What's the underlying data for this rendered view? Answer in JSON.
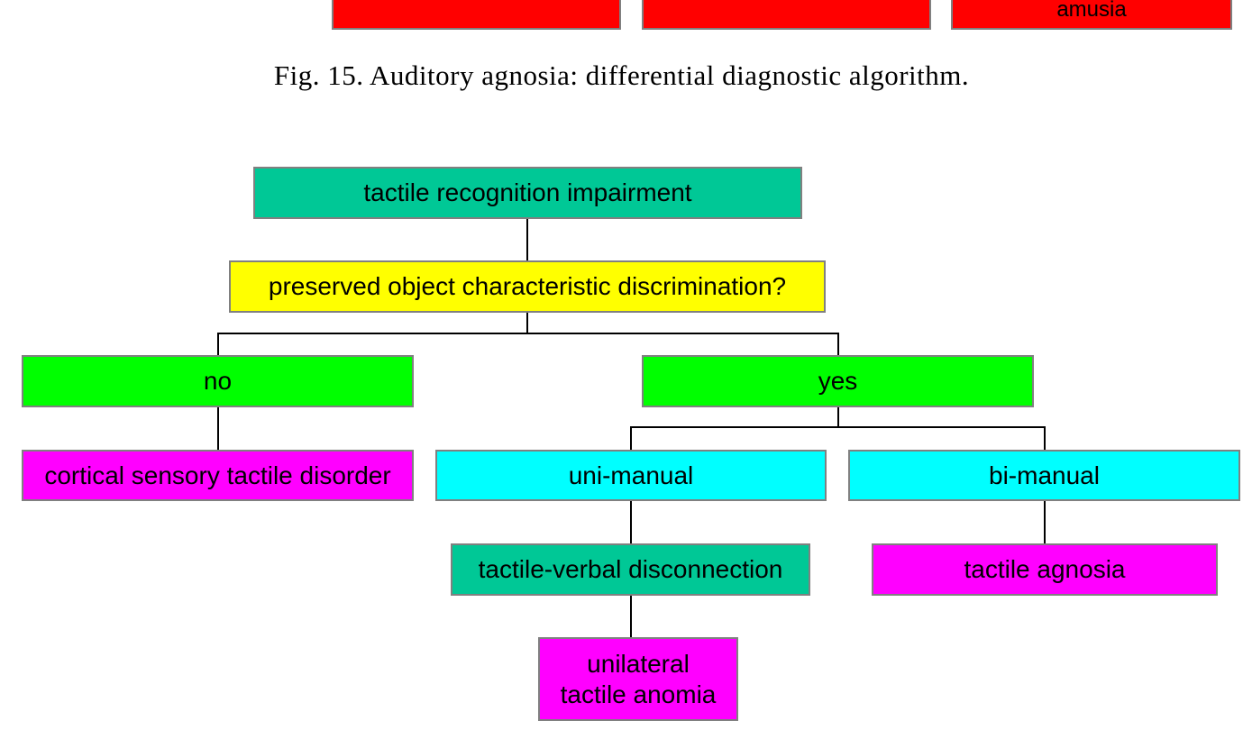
{
  "top_row": {
    "boxes": [
      "",
      "",
      "amusia"
    ]
  },
  "caption": "Fig. 15.  Auditory agnosia: differential diagnostic algorithm.",
  "diagram": {
    "root": "tactile recognition impairment",
    "question": "preserved object characteristic discrimination?",
    "branch_no": "no",
    "branch_yes": "yes",
    "no_result": "cortical sensory tactile disorder",
    "uni_manual": "uni-manual",
    "bi_manual": "bi-manual",
    "uni_result": "tactile-verbal disconnection",
    "bi_result": "tactile agnosia",
    "uni_final": "unilateral\ntactile anomia"
  },
  "colors": {
    "red": "#ff0000",
    "teal": "#00c896",
    "yellow": "#ffff00",
    "green": "#00ff00",
    "magenta": "#ff00ff",
    "cyan": "#00ffff",
    "border": "#808080"
  }
}
